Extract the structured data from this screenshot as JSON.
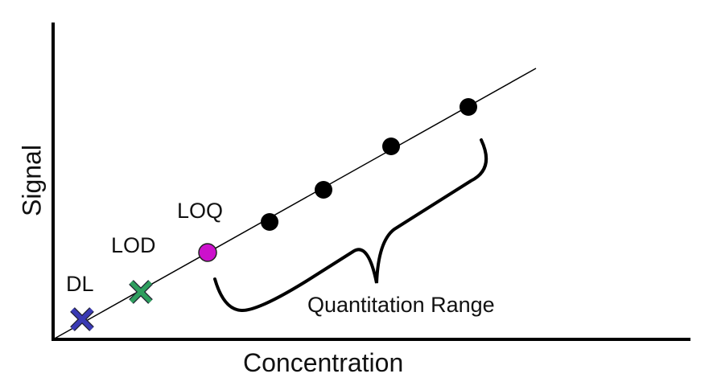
{
  "axes": {
    "x_label": "Concentration",
    "y_label": "Signal"
  },
  "markers": {
    "dl": {
      "label": "DL",
      "color": "#3a3ab4",
      "shape": "cross"
    },
    "lod": {
      "label": "LOD",
      "color": "#2e9e5e",
      "shape": "cross"
    },
    "loq": {
      "label": "LOQ",
      "color": "#cc11cc",
      "shape": "circle"
    }
  },
  "quantitation_points": 4,
  "range_label": "Quantitation Range"
}
